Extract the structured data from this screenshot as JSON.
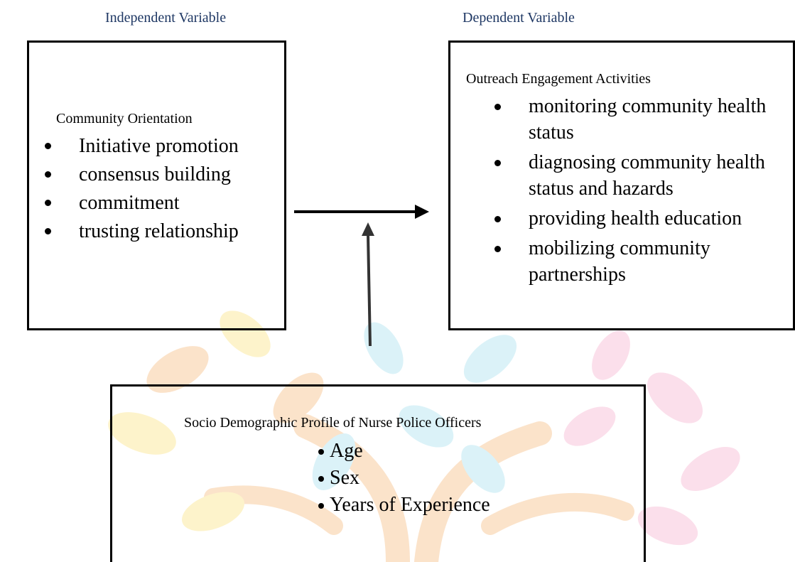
{
  "headings": {
    "independent": "Independent Variable",
    "dependent": "Dependent Variable"
  },
  "independent_box": {
    "title": "Community Orientation",
    "items": [
      "Initiative promotion",
      "consensus building",
      "commitment",
      "trusting relationship"
    ]
  },
  "dependent_box": {
    "title": "Outreach Engagement Activities",
    "items": [
      "monitoring community health status",
      "diagnosing community health status and hazards",
      "providing health education",
      "mobilizing community partnerships"
    ]
  },
  "moderator_box": {
    "title": "Socio Demographic Profile of Nurse Police Officers",
    "items": [
      "Age",
      "Sex",
      "Years of Experience"
    ]
  },
  "colors": {
    "heading": "#1f3864",
    "watermark_orange": "#f6c08a",
    "watermark_yellow": "#fbe48c",
    "watermark_blue": "#aee3ef",
    "watermark_pink": "#f7b7d2"
  }
}
